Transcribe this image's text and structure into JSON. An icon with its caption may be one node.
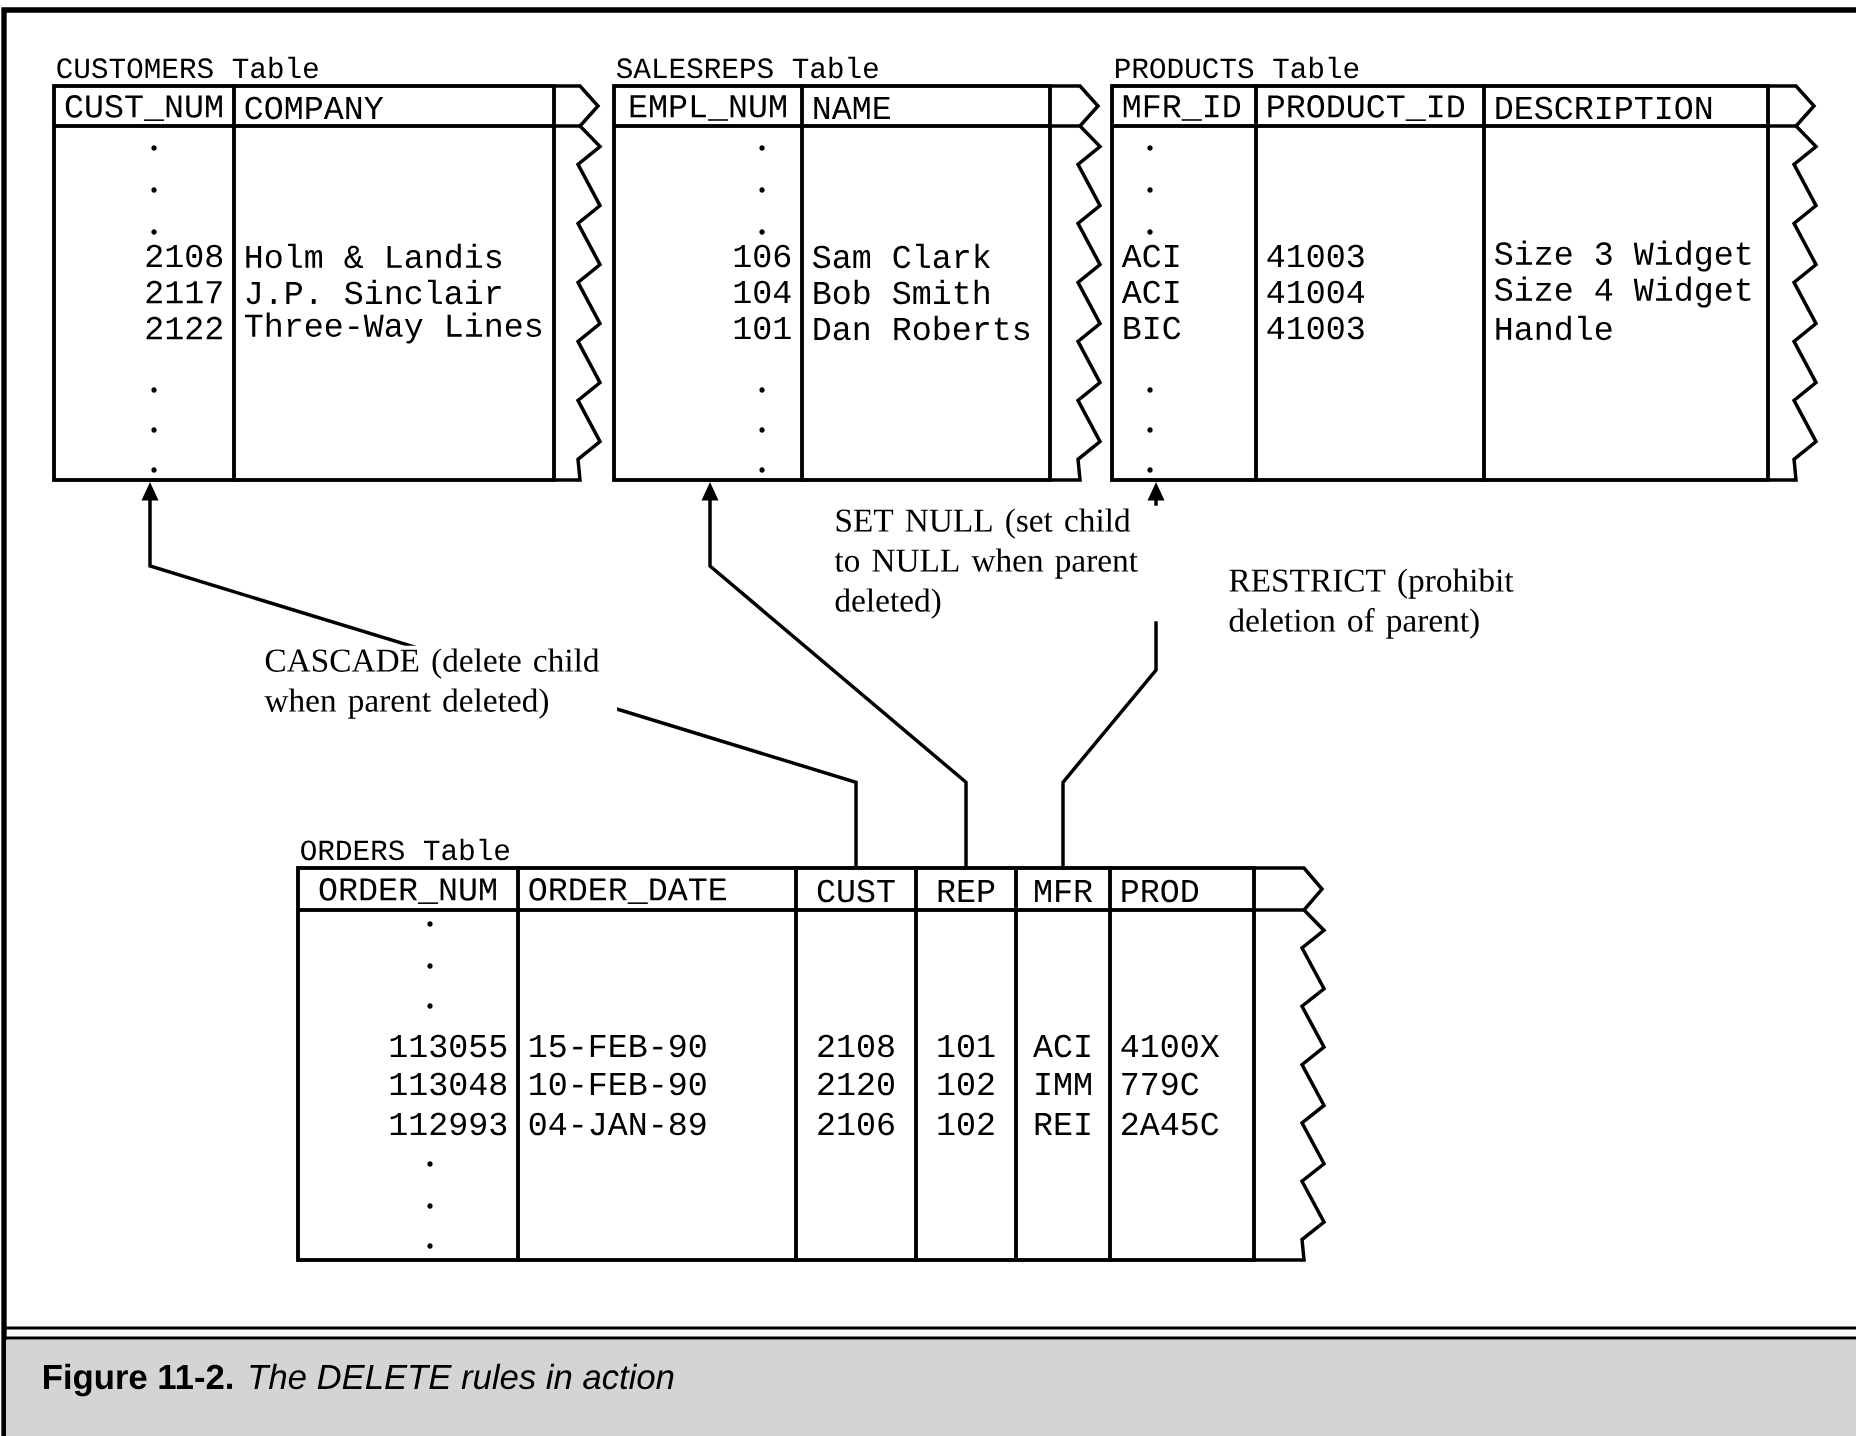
{
  "diagram": {
    "caption": "**Figure 11-2.** *The DELETE rules in action*",
    "nodes": [
      {
        "text": [
          "CUSTOMERS Table"
        ]
      },
      {
        "text": [
          "CUST_NUM",
          "2108",
          "2117",
          "2122"
        ],
        "in": 0
      },
      {
        "text": [
          "COMPANY",
          "Holm & Landis",
          "J.P. Sinclair",
          "Three-Way Lines"
        ],
        "in": 0
      },
      {
        "text": [
          "SALESREPS Table"
        ]
      },
      {
        "text": [
          "EMPL_NUM",
          "106",
          "104",
          "101"
        ],
        "in": 3
      },
      {
        "text": [
          "NAME",
          "Sam Clark",
          "Bob Smith",
          "Dan Roberts"
        ],
        "in": 3
      },
      {
        "text": [
          "PRODUCTS Table"
        ]
      },
      {
        "text": [
          "MFR_ID",
          "ACI",
          "ACI",
          "BIC"
        ],
        "in": 6
      },
      {
        "text": [
          "PRODUCT_ID",
          "41003",
          "41004",
          "41003"
        ],
        "in": 6
      },
      {
        "text": [
          "DESCRIPTION",
          "Size 3 Widget",
          "Size 4 Widget",
          "Handle"
        ],
        "in": 6
      },
      {
        "text": [
          "ORDERS Table"
        ]
      },
      {
        "text": [
          "ORDER_NUM",
          "113055",
          "113048",
          "112993"
        ],
        "in": 10
      },
      {
        "text": [
          "ORDER_DATE",
          "15-FEB-90",
          "10-FEB-90",
          "04-JAN-89"
        ],
        "in": 10
      },
      {
        "text": [
          "CUST",
          "2108",
          "2120",
          "2106"
        ],
        "in": 10
      },
      {
        "text": [
          "REP",
          "101",
          "102",
          "102"
        ],
        "in": 10
      },
      {
        "text": [
          "MFR",
          "ACI",
          "IMM",
          "REI"
        ],
        "in": 10
      },
      {
        "text": [
          "PROD",
          "4100X",
          "779C",
          "2A45C"
        ],
        "in": 10
      }
    ],
    "edges": [
      {
        "from": 13,
        "to": 1,
        "arrow": "to",
        "label": "CASCADE (delete child when parent deleted)"
      },
      {
        "from": 14,
        "to": 4,
        "arrow": "to",
        "label": "SET NULL (set child to NULL when parent deleted)"
      },
      {
        "from": 15,
        "to": 7,
        "arrow": "to",
        "label": "RESTRICT (prohibit deletion of parent)"
      }
    ]
  }
}
